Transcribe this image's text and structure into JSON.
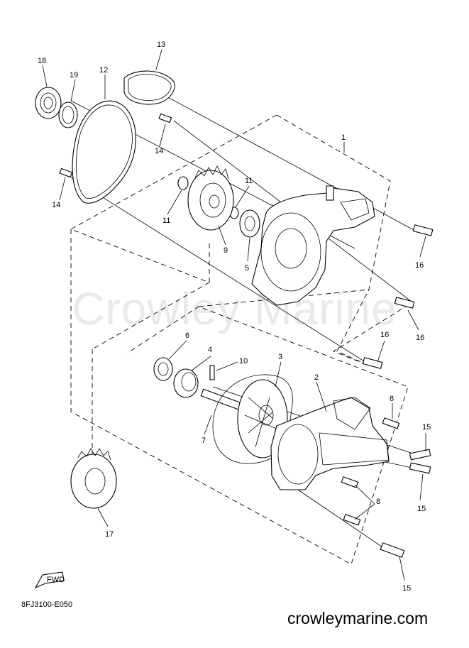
{
  "diagram": {
    "drawing_code": "8FJ3100-E050",
    "watermark": "Crowley Marine",
    "site": "crowleymarine.com",
    "fwd_arrow_label": "FWD",
    "callouts": [
      {
        "id": "c1",
        "text": "1"
      },
      {
        "id": "c2",
        "text": "2"
      },
      {
        "id": "c3",
        "text": "3"
      },
      {
        "id": "c4",
        "text": "4"
      },
      {
        "id": "c5",
        "text": "5"
      },
      {
        "id": "c6",
        "text": "6"
      },
      {
        "id": "c7",
        "text": "7"
      },
      {
        "id": "c8a",
        "text": "8"
      },
      {
        "id": "c8b",
        "text": "8"
      },
      {
        "id": "c9",
        "text": "9"
      },
      {
        "id": "c10",
        "text": "10"
      },
      {
        "id": "c11a",
        "text": "11"
      },
      {
        "id": "c11b",
        "text": "11"
      },
      {
        "id": "c12",
        "text": "12"
      },
      {
        "id": "c13",
        "text": "13"
      },
      {
        "id": "c14a",
        "text": "14"
      },
      {
        "id": "c14b",
        "text": "14"
      },
      {
        "id": "c15a",
        "text": "15"
      },
      {
        "id": "c15b",
        "text": "15"
      },
      {
        "id": "c15c",
        "text": "15"
      },
      {
        "id": "c16a",
        "text": "16"
      },
      {
        "id": "c16b",
        "text": "16"
      },
      {
        "id": "c16c",
        "text": "16"
      },
      {
        "id": "c17",
        "text": "17"
      },
      {
        "id": "c18",
        "text": "18"
      },
      {
        "id": "c19",
        "text": "19"
      }
    ]
  }
}
